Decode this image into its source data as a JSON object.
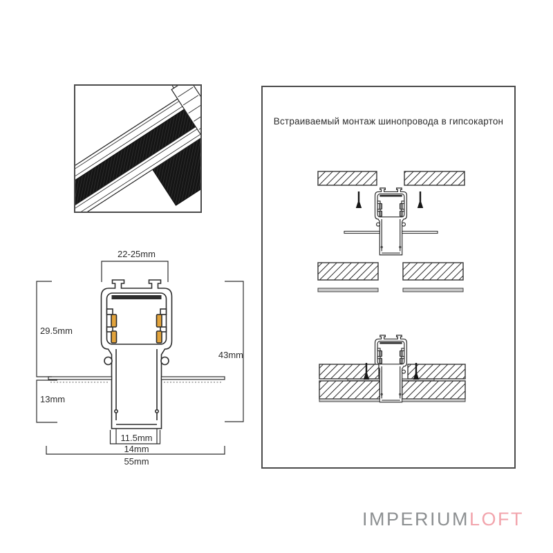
{
  "colors": {
    "ink": "#2b2b2b",
    "conductor": "#e2a33c",
    "conductor-small": "#9b9b9b",
    "strip": "#cccccc",
    "logo-gray": "#8c8f91",
    "logo-pink": "#f2a4ac"
  },
  "cross": {
    "dims": {
      "top_width": "22-25mm",
      "upper_height": "29.5mm",
      "total_height": "43mm",
      "drywall_thickness": "13mm",
      "inner_bottom_width": "11.5mm",
      "outer_bottom_width": "14mm",
      "total_width": "55mm"
    }
  },
  "panel": {
    "title": "Встраиваемый монтаж шинопровода в гипсокартон"
  },
  "logo": {
    "imperium": "IMPERIUM",
    "loft": "LOFT"
  }
}
